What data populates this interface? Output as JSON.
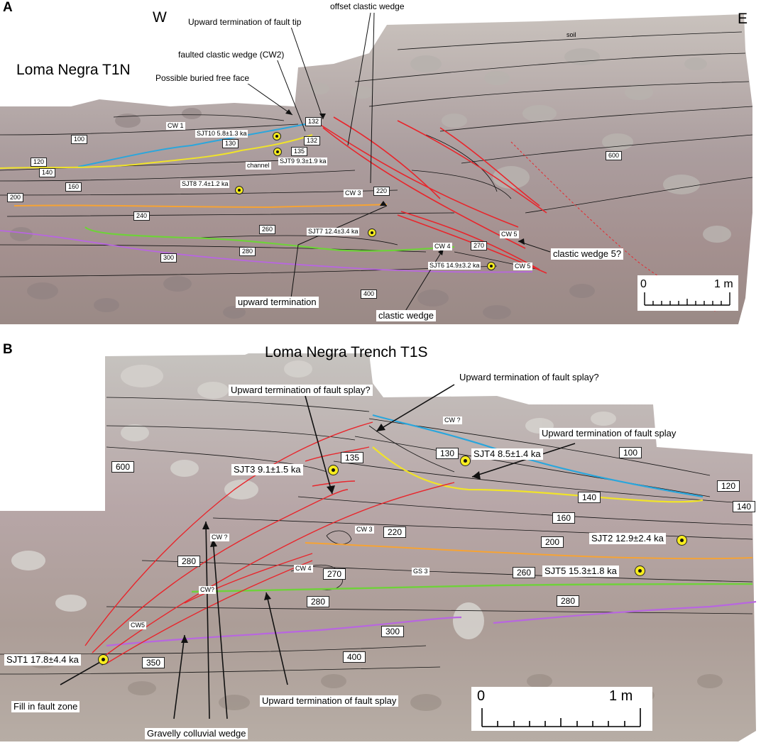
{
  "panel_a": {
    "letter": "A",
    "title": "Loma Negra T1N",
    "direction_w": "W",
    "direction_e": "E",
    "callouts": {
      "upward_termination_fault_tip": "Upward termination of fault tip",
      "offset_clastic_wedge": "offset clastic wedge",
      "faulted_clastic_wedge": "faulted clastic wedge (CW2)",
      "possible_buried_free_face": "Possible buried free face",
      "clastic_wedge_5": "clastic wedge 5?",
      "upward_termination": "upward termination",
      "clastic_wedge": "clastic wedge"
    },
    "units": {
      "u100": "100",
      "u120": "120",
      "u130": "130",
      "u132": "132",
      "u135": "135",
      "u132b": "132",
      "u140": "140",
      "u160": "160",
      "u200": "200",
      "u220": "220",
      "u240": "240",
      "u260": "260",
      "u270": "270",
      "u280": "280",
      "u300": "300",
      "u400": "400",
      "u600": "600",
      "soil": "soil"
    },
    "wedge_labels": {
      "cw1": "CW 1",
      "cw3": "CW 3",
      "cw4": "CW 4",
      "cw5a": "CW 5",
      "cw5b": "CW 5",
      "channel": "channel"
    },
    "samples": {
      "sjt10": "SJT10  5.8±1.3 ka",
      "sjt9": "SJT9  9.3±1.9 ka",
      "sjt8": "SJT8  7.4±1.2 ka",
      "sjt7": "SJT7  12.4±3.4 ka",
      "sjt6": "SJT6  14.9±3.2 ka"
    },
    "scale": {
      "zero": "0",
      "one": "1 m"
    }
  },
  "panel_b": {
    "letter": "B",
    "title": "Loma Negra Trench T1S",
    "callouts": {
      "fault_splay_q1": "Upward termination of fault splay?",
      "fault_splay_q2": "Upward termination of fault splay?",
      "fault_splay_1": "Upward termination of fault splay",
      "fault_splay_2": "Upward termination of fault splay",
      "fill_in_fault_zone": "Fill in fault zone",
      "gravelly_colluvial_wedge": "Gravelly colluvial wedge"
    },
    "units": {
      "u100": "100",
      "u120": "120",
      "u130": "130",
      "u135": "135",
      "u140a": "140",
      "u140b": "140",
      "u160": "160",
      "u200": "200",
      "u220": "220",
      "u260": "260",
      "u270": "270",
      "u280a": "280",
      "u280b": "280",
      "u280c": "280",
      "u300": "300",
      "u350": "350",
      "u400": "400",
      "u600": "600"
    },
    "wedge_labels": {
      "cwq1": "CW ?",
      "cwq2": "CW ?",
      "cw3": "CW 3",
      "cw4": "CW 4",
      "cw5": "CW5",
      "gs3": "GS 3",
      "cw_small": "CW?"
    },
    "samples": {
      "sjt1": "SJT1  17.8±4.4 ka",
      "sjt2": "SJT2   12.9±2.4 ka",
      "sjt3": "SJT3  9.1±1.5 ka",
      "sjt4": "SJT4  8.5±1.4 ka",
      "sjt5": "SJT5   15.3±1.8 ka"
    },
    "scale": {
      "zero": "0",
      "one": "1 m"
    }
  },
  "colors": {
    "fault": "#e8262c",
    "blue_contact": "#2aa6dc",
    "yellow_contact": "#f0e32a",
    "orange_contact": "#f6a334",
    "green_contact": "#6fd13a",
    "purple_contact": "#b866e0",
    "sample_dot": "#f7ec1f"
  }
}
